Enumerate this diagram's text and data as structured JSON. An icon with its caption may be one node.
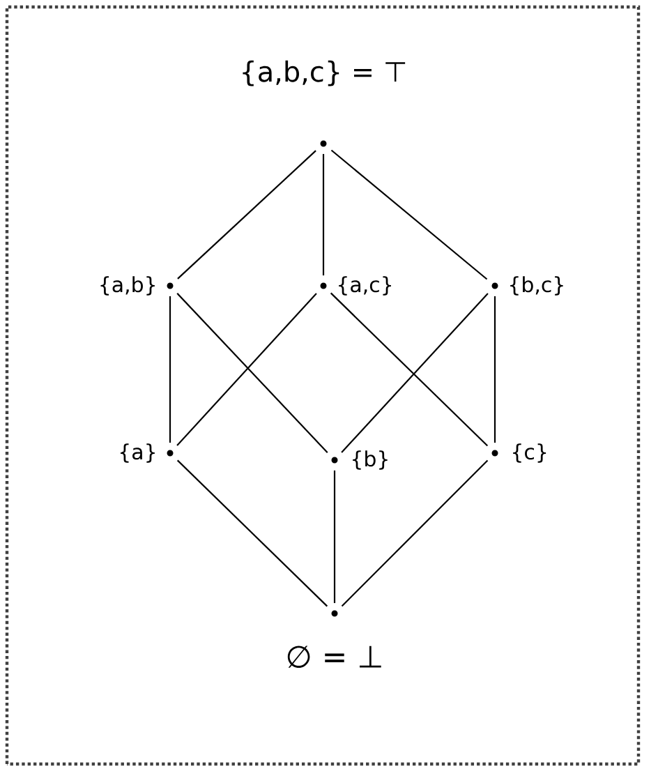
{
  "diagram": {
    "nodes": [
      {
        "text": [],
        "shape": "circle",
        "beside": [
          "{a,b,c} = ⊤"
        ]
      },
      {
        "text": [],
        "shape": "circle",
        "beside": [
          "{a,b}"
        ]
      },
      {
        "text": [],
        "shape": "circle",
        "beside": [
          "{a,c}"
        ]
      },
      {
        "text": [],
        "shape": "circle",
        "beside": [
          "{b,c}"
        ]
      },
      {
        "text": [],
        "shape": "circle",
        "beside": [
          "{a}"
        ]
      },
      {
        "text": [],
        "shape": "circle",
        "beside": [
          "{b}"
        ]
      },
      {
        "text": [],
        "shape": "circle",
        "beside": [
          "{c}"
        ]
      },
      {
        "text": [],
        "shape": "circle",
        "beside": [
          "∅ = ⊥"
        ]
      }
    ],
    "edges": [
      {
        "from": 0,
        "to": 1,
        "arrow": "none"
      },
      {
        "from": 0,
        "to": 2,
        "arrow": "none"
      },
      {
        "from": 0,
        "to": 3,
        "arrow": "none"
      },
      {
        "from": 1,
        "to": 4,
        "arrow": "none"
      },
      {
        "from": 1,
        "to": 5,
        "arrow": "none"
      },
      {
        "from": 2,
        "to": 4,
        "arrow": "none"
      },
      {
        "from": 2,
        "to": 6,
        "arrow": "none"
      },
      {
        "from": 3,
        "to": 5,
        "arrow": "none"
      },
      {
        "from": 3,
        "to": 6,
        "arrow": "none"
      },
      {
        "from": 4,
        "to": 7,
        "arrow": "none"
      },
      {
        "from": 5,
        "to": 7,
        "arrow": "none"
      },
      {
        "from": 6,
        "to": 7,
        "arrow": "none"
      }
    ]
  }
}
